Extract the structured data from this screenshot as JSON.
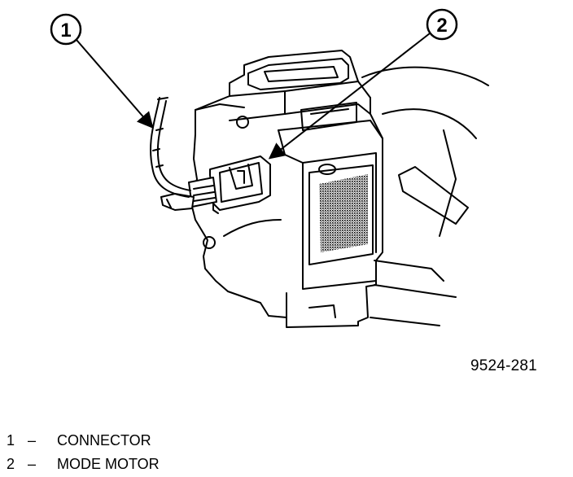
{
  "callouts": [
    {
      "number": "1",
      "target": "connector"
    },
    {
      "number": "2",
      "target": "mode-motor"
    }
  ],
  "figure_id": "9524-281",
  "legend": [
    {
      "number": "1",
      "dash": "–",
      "label": "CONNECTOR"
    },
    {
      "number": "2",
      "dash": "–",
      "label": "MODE MOTOR"
    }
  ]
}
